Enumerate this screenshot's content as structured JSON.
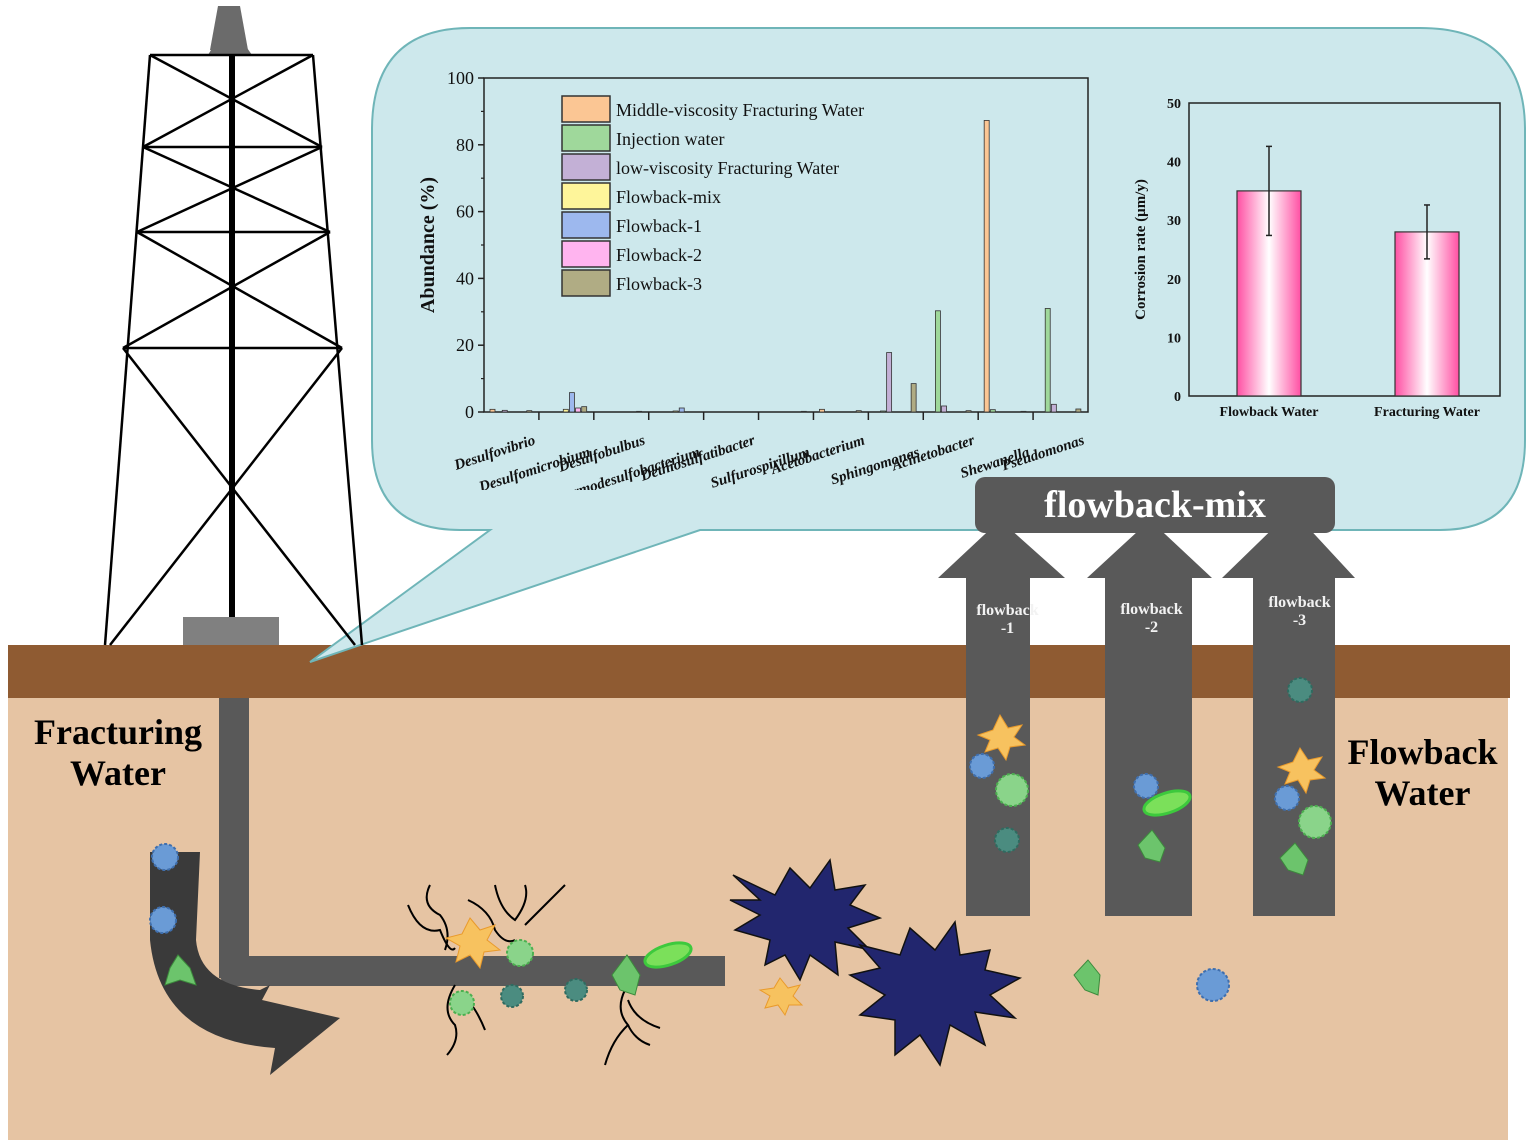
{
  "labels": {
    "fracturing_water": [
      "Fracturing",
      "Water"
    ],
    "flowback_water": [
      "Flowback",
      "Water"
    ],
    "flowback_mix": "flowback-mix",
    "flowback_1": [
      "flowback",
      "-1"
    ],
    "flowback_2": [
      "flowback",
      "-2"
    ],
    "flowback_3": [
      "flowback",
      "-3"
    ]
  },
  "colors": {
    "ground_surface": "#8f5b32",
    "subsurface": "#e6c4a3",
    "pipe": "#595959",
    "bubble_fill": "#cde8ec",
    "bubble_stroke": "#6fb5b8",
    "explosion": "#22266e",
    "corrosion_bar": "#ff5aa8"
  },
  "chart_data": [
    {
      "type": "bar",
      "title": "",
      "xlabel": "",
      "ylabel": "Abundance (%)",
      "ylim": [
        0,
        100
      ],
      "yticks": [
        "0",
        "20",
        "40",
        "60",
        "80",
        "100"
      ],
      "legend_position": "top-left",
      "categories": [
        "Desulfovibrio",
        "Desulfomicrobium",
        "Desulfobulbus",
        "Thermodesulfobacterium",
        "Dethiosulfatibacter",
        "Sulfurospirillum",
        "Acetobacterium",
        "Sphingomonas",
        "Acinetobacter",
        "Shewanella",
        "Pseudomonas"
      ],
      "series": [
        {
          "name": "Middle-viscosity Fracturing Water",
          "color": "#fbc694",
          "values": [
            0.8,
            0,
            0,
            0,
            0,
            0,
            0.8,
            0,
            0,
            87.3,
            0
          ]
        },
        {
          "name": "Injection water",
          "color": "#9fd89b",
          "values": [
            0,
            0,
            0,
            0,
            0,
            0,
            0,
            0.3,
            30.3,
            0.7,
            31.0
          ]
        },
        {
          "name": "low-viscosity Fracturing Water",
          "color": "#c3b0d6",
          "values": [
            0.5,
            0,
            0,
            0,
            0,
            0,
            0,
            17.8,
            1.8,
            0,
            2.3
          ]
        },
        {
          "name": "Flowback-mix",
          "color": "#fef59a",
          "values": [
            0,
            0.8,
            0,
            0.3,
            0,
            0,
            0,
            0,
            0,
            0,
            0
          ]
        },
        {
          "name": "Flowback-1",
          "color": "#9db8ee",
          "values": [
            0,
            5.8,
            0,
            1.2,
            0,
            0,
            0,
            0,
            0,
            0,
            0
          ]
        },
        {
          "name": "Flowback-2",
          "color": "#ffb4ef",
          "values": [
            0,
            1.2,
            0,
            0,
            0,
            0,
            0,
            0,
            0,
            0,
            0
          ]
        },
        {
          "name": "Flowback-3",
          "color": "#b0ac84",
          "values": [
            0.4,
            1.6,
            0.2,
            0,
            0,
            0.2,
            0.4,
            8.5,
            0.4,
            0.2,
            0.9
          ]
        }
      ]
    },
    {
      "type": "bar",
      "title": "",
      "xlabel": "",
      "ylabel": "Corrosion rate (μm/y)",
      "ylim": [
        0,
        50
      ],
      "yticks": [
        "0",
        "10",
        "20",
        "30",
        "40",
        "50"
      ],
      "categories": [
        "Flowback Water",
        "Fracturing Water"
      ],
      "values": [
        35.0,
        28.0
      ],
      "error": [
        7.6,
        4.6
      ],
      "color": "#ff5aa8"
    }
  ]
}
